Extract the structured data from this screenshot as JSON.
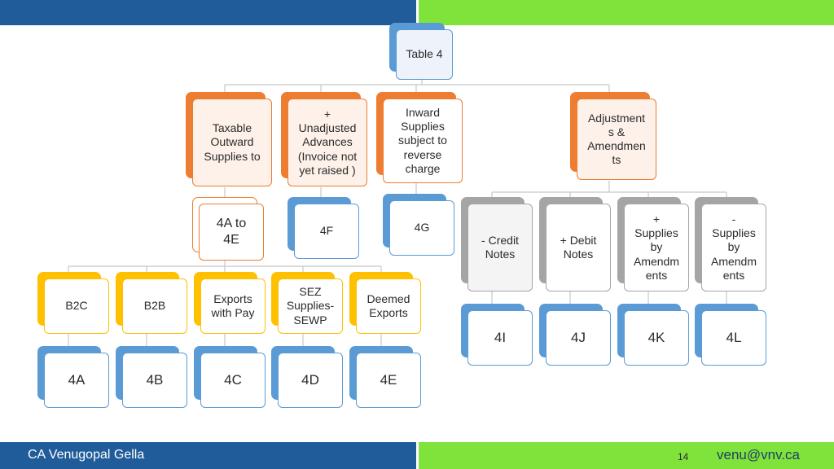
{
  "colors": {
    "top_bar_left": "#1f5c99",
    "top_bar_right": "#7fe33b",
    "bottom_bar_left": "#1f5c99",
    "bottom_bar_right": "#7fe33b",
    "blue": "#5b9bd5",
    "orange": "#ed7d31",
    "gold": "#ffc000",
    "gray": "#a5a5a5",
    "line": "#bfbfbf"
  },
  "nodes": {
    "root": {
      "label": "Table 4"
    },
    "taxable": {
      "label": "Taxable\nOutward\nSupplies to"
    },
    "unadjusted": {
      "label": "+\nUnadjusted\nAdvances\n(Invoice not\nyet raised )"
    },
    "inward": {
      "label": "Inward\nSupplies\nsubject to\nreverse\ncharge"
    },
    "adjustments": {
      "label": "Adjustment\ns &\nAmendmen\nts"
    },
    "t4a4e": {
      "label": "4A to\n4E"
    },
    "t4f": {
      "label": "4F"
    },
    "t4g": {
      "label": "4G"
    },
    "credit": {
      "label": "- Credit\nNotes"
    },
    "debit": {
      "label": "+ Debit\nNotes"
    },
    "plus_supplies": {
      "label": "+\nSupplies\nby\nAmendm\nents"
    },
    "minus_supplies": {
      "label": "-\nSupplies\nby\nAmendm\nents"
    },
    "b2c": {
      "label": "B2C"
    },
    "b2b": {
      "label": "B2B"
    },
    "exports": {
      "label": "Exports\nwith Pay"
    },
    "sez": {
      "label": "SEZ\nSupplies-\nSEWP"
    },
    "deemed": {
      "label": "Deemed\nExports"
    },
    "t4a": {
      "label": "4A"
    },
    "t4b": {
      "label": "4B"
    },
    "t4c": {
      "label": "4C"
    },
    "t4d": {
      "label": "4D"
    },
    "t4e": {
      "label": "4E"
    },
    "t4i": {
      "label": "4I"
    },
    "t4j": {
      "label": "4J"
    },
    "t4k": {
      "label": "4K"
    },
    "t4l": {
      "label": "4L"
    }
  },
  "footer": {
    "author": "CA Venugopal Gella",
    "page_number": "14",
    "email": "venu@vnv.ca"
  }
}
